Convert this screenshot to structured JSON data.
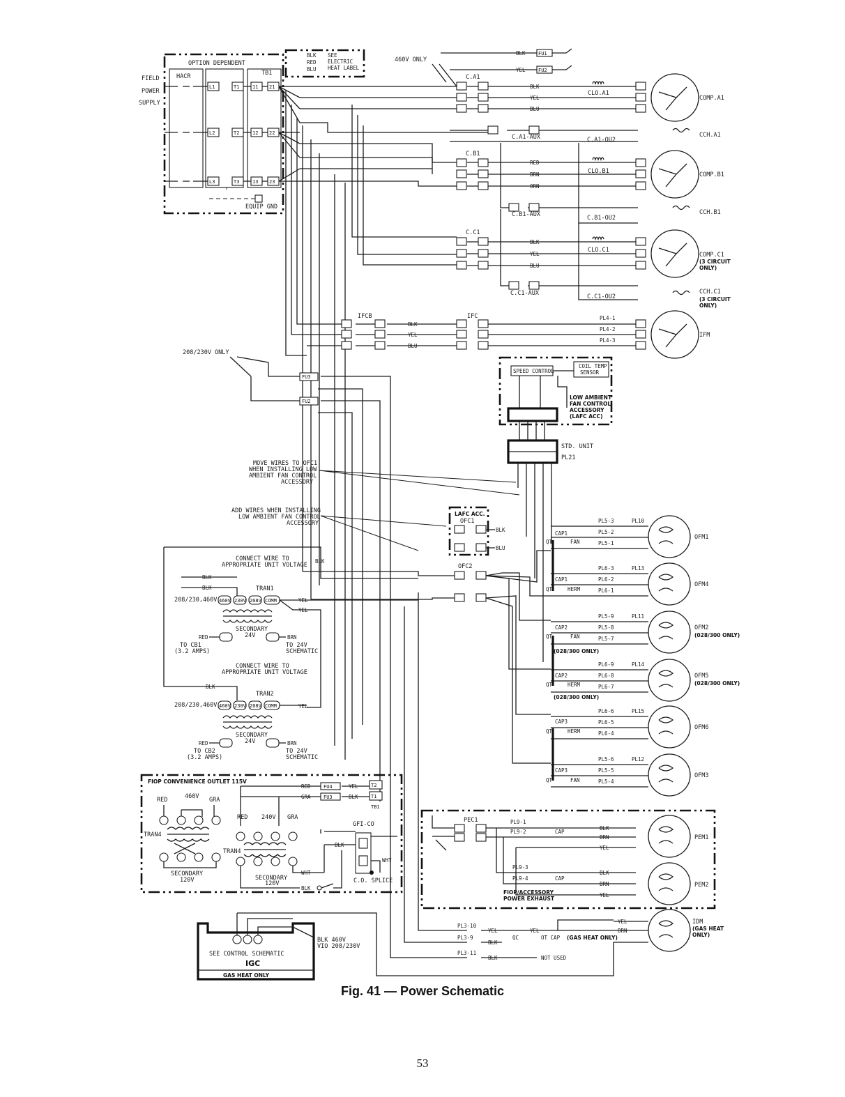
{
  "caption": "Fig. 41 — Power Schematic",
  "page_number": "53",
  "wire_colors": {
    "BLK": "BLK",
    "YEL": "YEL",
    "BLU": "BLU",
    "RED": "RED",
    "BRN": "BRN",
    "ORN": "ORN",
    "GRA": "GRA",
    "WHT": "WHT"
  },
  "labels": {
    "field_power_supply": [
      "FIELD",
      "POWER",
      "SUPPLY"
    ],
    "option_dependent": "OPTION DEPENDENT",
    "hacr": "HACR",
    "tb1": "TB1",
    "equip_gnd": "EQUIP GND",
    "see_electric_heat": [
      "SEE",
      "ELECTRIC",
      "HEAT LABEL"
    ],
    "v460_only": "460V ONLY",
    "v208_230_only": "208/230V ONLY",
    "fu1": "FU1",
    "fu2": "FU2",
    "fu3": "FU3",
    "fu4": "FU4",
    "ca1": "C.A1",
    "cb1": "C.B1",
    "cc1": "C.C1",
    "ca1_aux": "C.A1-AUX",
    "cb1_aux": "C.B1-AUX",
    "cc1_aux": "C.C1-AUX",
    "ca1_ou2": "C.A1-OU2",
    "cb1_ou2": "C.B1-OU2",
    "cc1_ou2": "C.C1-OU2",
    "cloa1": "CLO.A1",
    "clob1": "CLO.B1",
    "cloc1": "CLO.C1",
    "comp_a1": "COMP.A1",
    "comp_b1": "COMP.B1",
    "comp_c1": "COMP.C1",
    "cch_a1": "CCH.A1",
    "cch_b1": "CCH.B1",
    "cch_c1": "CCH.C1",
    "three_circuit_only": [
      "(3 CIRCUIT",
      "ONLY)"
    ],
    "ifcb": "IFCB",
    "ifc": "IFC",
    "ifm": "IFM",
    "pl4_1": "PL4-1",
    "pl4_2": "PL4-2",
    "pl4_3": "PL4-3",
    "speed_control": "SPEED CONTROL",
    "coil_temp_sensor": [
      "COIL TEMP",
      "SENSOR"
    ],
    "lafc_accessory": [
      "LOW AMBIENT",
      "FAN CONTROL",
      "ACCESSORY",
      "(LAFC ACC)"
    ],
    "std_unit": "STD. UNIT",
    "pl21": "PL21",
    "move_wires_note": [
      "MOVE WIRES TO OFC1",
      "WHEN INSTALLING LOW",
      "AMBIENT FAN CONTROL",
      "ACCESSORY"
    ],
    "add_wires_note": [
      "ADD WIRES WHEN INSTALLING",
      "LOW AMBIENT FAN CONTROL",
      "ACCESSORY"
    ],
    "lafc_acc": "LAFC ACC.",
    "ofc1": "OFC1",
    "ofc2": "OFC2",
    "connect_wire_note": [
      "CONNECT WIRE TO",
      "APPROPRIATE UNIT VOLTAGE"
    ],
    "tran1": "TRAN1",
    "tran2": "TRAN2",
    "tran4": "TRAN4",
    "v208_230_460v": "208/230,460V",
    "secondary_24v": [
      "SECONDARY",
      "24V"
    ],
    "to_cb1": [
      "TO CB1",
      "(3.2 AMPS)"
    ],
    "to_cb2": [
      "TO CB2",
      "(3.2 AMPS)"
    ],
    "to_24v_schematic": [
      "TO 24V",
      "SCHEMATIC"
    ],
    "terminals_tran": [
      "460V",
      "230V",
      "208V",
      "COMM"
    ],
    "cap1": "CAP1",
    "cap2": "CAP2",
    "cap3": "CAP3",
    "fan": "FAN",
    "herm": "HERM",
    "qt": "QT",
    "ofm1": "OFM1",
    "ofm2": "OFM2",
    "ofm3": "OFM3",
    "ofm4": "OFM4",
    "ofm5": "OFM5",
    "ofm6": "OFM6",
    "size_028_300": "(028/300 ONLY)",
    "pl5_3": "PL5-3",
    "pl5_2": "PL5-2",
    "pl5_1": "PL5-1",
    "pl6_3": "PL6-3",
    "pl6_2": "PL6-2",
    "pl6_1": "PL6-1",
    "pl5_9": "PL5-9",
    "pl5_8": "PL5-8",
    "pl5_7": "PL5-7",
    "pl6_9": "PL6-9",
    "pl6_8": "PL6-8",
    "pl6_7": "PL6-7",
    "pl6_6": "PL6-6",
    "pl6_5": "PL6-5",
    "pl6_4": "PL6-4",
    "pl5_6": "PL5-6",
    "pl5_5": "PL5-5",
    "pl5_4": "PL5-4",
    "pl10": "PL10",
    "pl11": "PL11",
    "pl12": "PL12",
    "pl13": "PL13",
    "pl14": "PL14",
    "pl15": "PL15",
    "fiop_outlet": "FIOP CONVENIENCE OUTLET 115V",
    "v460": "460V",
    "v240": "240V",
    "secondary_120v": [
      "SECONDARY",
      "120V"
    ],
    "gfi_co": "GFI-CO",
    "co_splice": "C.O. SPLICE",
    "tb1_t1": "T1",
    "tb1_t2": "T2",
    "tb1_box": "TB1",
    "pec1": "PEC1",
    "pl9_1": "PL9-1",
    "pl9_2": "PL9-2",
    "pl9_3": "PL9-3",
    "pl9_4": "PL9-4",
    "cap": "CAP",
    "pem1": "PEM1",
    "pem2": "PEM2",
    "power_exhaust": [
      "FIOP/ACCESSORY",
      "POWER EXHAUST"
    ],
    "pl3_10": "PL3-10",
    "pl3_9": "PL3-9",
    "pl3_11": "PL3-11",
    "qc": "QC",
    "ot_cap": "OT CAP",
    "gas_heat_only": "(GAS HEAT ONLY)",
    "idm": "IDM",
    "gas_heat_only_idm": [
      "(GAS HEAT",
      "ONLY)"
    ],
    "not_used": "NOT USED",
    "blk_460v": [
      "BLK 460V",
      "VIO 208/230V"
    ],
    "see_control_schematic": "SEE CONTROL SCHEMATIC",
    "igc": "IGC",
    "gas_heat_only_igc": "GAS HEAT ONLY"
  }
}
